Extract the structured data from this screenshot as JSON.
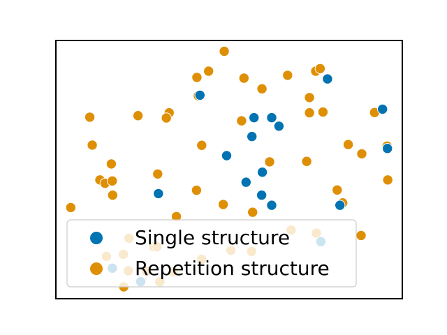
{
  "chart_data": {
    "type": "scatter",
    "title": "",
    "xlabel": "",
    "ylabel": "",
    "xlim": [
      0,
      100
    ],
    "ylim": [
      0,
      100
    ],
    "axes_visible": false,
    "grid": false,
    "legend_placement": "lower-left",
    "series": [
      {
        "name": "Single structure",
        "color": "#0173b2",
        "points": [
          [
            41.6,
            78.8
          ],
          [
            78.4,
            85.1
          ],
          [
            94.3,
            73.4
          ],
          [
            62.3,
            70.1
          ],
          [
            57.2,
            70.1
          ],
          [
            64.4,
            66.8
          ],
          [
            49.3,
            55.4
          ],
          [
            56.6,
            62.8
          ],
          [
            59.6,
            49.0
          ],
          [
            54.9,
            45.1
          ],
          [
            59.4,
            40.1
          ],
          [
            62.3,
            36.2
          ],
          [
            29.6,
            40.7
          ],
          [
            95.7,
            58.2
          ],
          [
            82.0,
            36.2
          ],
          [
            76.5,
            22.1
          ],
          [
            24.5,
            6.6
          ],
          [
            16.3,
            11.8
          ]
        ]
      },
      {
        "name": "Repetition structure",
        "color": "#de8f05",
        "points": [
          [
            48.6,
            95.8
          ],
          [
            40.7,
            85.7
          ],
          [
            44.1,
            88.1
          ],
          [
            54.3,
            85.4
          ],
          [
            59.5,
            81.3
          ],
          [
            66.9,
            86.5
          ],
          [
            75.0,
            88.1
          ],
          [
            76.3,
            89.1
          ],
          [
            41.1,
            78.6
          ],
          [
            73.2,
            77.9
          ],
          [
            9.8,
            70.3
          ],
          [
            23.7,
            70.9
          ],
          [
            32.7,
            72.0
          ],
          [
            31.9,
            70.0
          ],
          [
            53.6,
            68.9
          ],
          [
            73.2,
            72.0
          ],
          [
            77.1,
            72.3
          ],
          [
            92.0,
            72.1
          ],
          [
            10.5,
            59.5
          ],
          [
            42.1,
            59.4
          ],
          [
            84.4,
            59.7
          ],
          [
            88.3,
            56.1
          ],
          [
            95.6,
            59.1
          ],
          [
            16.0,
            52.2
          ],
          [
            29.4,
            48.3
          ],
          [
            61.7,
            53.0
          ],
          [
            72.4,
            53.2
          ],
          [
            12.7,
            46.0
          ],
          [
            14.2,
            44.7
          ],
          [
            16.3,
            45.6
          ],
          [
            16.4,
            40.1
          ],
          [
            40.6,
            42.0
          ],
          [
            81.2,
            42.1
          ],
          [
            95.8,
            46.0
          ],
          [
            4.3,
            35.3
          ],
          [
            34.8,
            31.8
          ],
          [
            48.3,
            36.5
          ],
          [
            56.8,
            33.5
          ],
          [
            82.8,
            37.1
          ],
          [
            67.9,
            26.6
          ],
          [
            88.1,
            24.5
          ],
          [
            21.1,
            23.4
          ],
          [
            28.2,
            20.1
          ],
          [
            50.5,
            18.7
          ],
          [
            56.5,
            18.3
          ],
          [
            75.2,
            25.4
          ],
          [
            20.9,
            10.8
          ],
          [
            42.1,
            15.3
          ],
          [
            19.6,
            4.6
          ],
          [
            33.9,
            10.4
          ],
          [
            30.0,
            6.5
          ],
          [
            26.1,
            10.6
          ],
          [
            19.5,
            17.2
          ],
          [
            14.6,
            16.4
          ],
          [
            29.2,
            20.1
          ]
        ]
      }
    ],
    "faded_region_note": "",
    "legend": {
      "entries": [
        "Single structure",
        "Repetition structure"
      ]
    }
  }
}
